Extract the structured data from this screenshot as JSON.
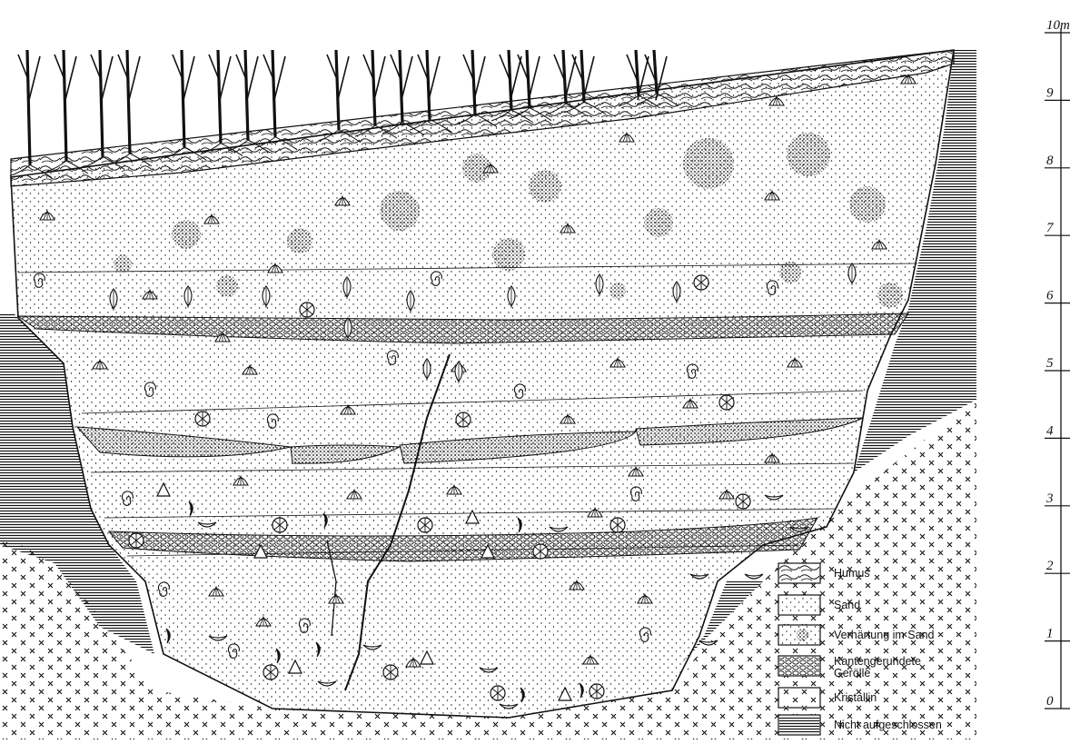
{
  "legend": [
    {
      "key": "humus",
      "label": "Humus"
    },
    {
      "key": "sand",
      "label": "Sand"
    },
    {
      "key": "verhaertung",
      "label": "Verhärtung im Sand"
    },
    {
      "key": "geroelle",
      "label": "Kantengerundete Gerölle"
    },
    {
      "key": "kristallin",
      "label": "Kristallin"
    },
    {
      "key": "nicht",
      "label": "Nicht aufgeschlossen"
    }
  ],
  "scale": {
    "unit": "m",
    "ticks": [
      "0",
      "1",
      "2",
      "3",
      "4",
      "5",
      "6",
      "7",
      "8",
      "9",
      "10"
    ]
  },
  "colors": {
    "ink": "#111111",
    "paper": "#ffffff"
  },
  "fossil_icons": [
    "scallop-shell-icon",
    "snail-spiral-icon",
    "leaf-icon",
    "sea-urchin-icon",
    "shark-tooth-icon",
    "bean-shell-icon",
    "hook-tooth-icon"
  ]
}
